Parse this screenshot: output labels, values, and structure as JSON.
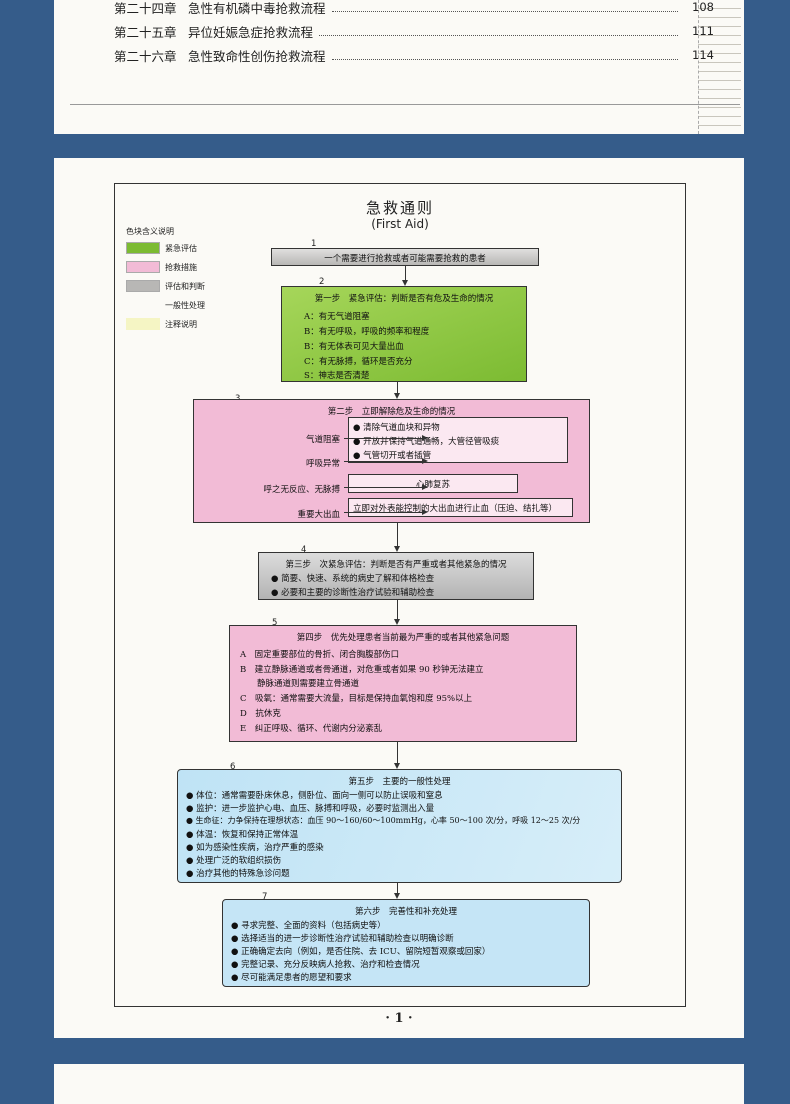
{
  "toc": [
    {
      "chapter": "第二十四章",
      "title": "急性有机磷中毒抢救流程",
      "page": "108"
    },
    {
      "chapter": "第二十五章",
      "title": "异位妊娠急症抢救流程",
      "page": "111"
    },
    {
      "chapter": "第二十六章",
      "title": "急性致命性创伤抢救流程",
      "page": "114"
    }
  ],
  "flowchart": {
    "title": "急救通则",
    "subtitle": "(First Aid)",
    "legend": {
      "title": "色块含义说明",
      "items": [
        {
          "label": "紧急评估",
          "color": "#7cbb32"
        },
        {
          "label": "抢救措施",
          "color": "#f2bbd6"
        },
        {
          "label": "评估和判断",
          "color": "#b8b7b5"
        },
        {
          "label": "一般性处理",
          "color": "#fbfaf6"
        },
        {
          "label": "注释说明",
          "color": "#f5f5c4"
        }
      ]
    },
    "step_numbers": [
      "1",
      "2",
      "3",
      "4",
      "5",
      "6",
      "7"
    ],
    "box1": "一个需要进行抢救或者可能需要抢救的患者",
    "box2": {
      "head": "第一步　紧急评估：判断是否有危及生命的情况",
      "lines": [
        "A：有无气道阻塞",
        "B：有无呼吸，呼吸的频率和程度",
        "B：有无体表可见大量出血",
        "C：有无脉搏，循环是否充分",
        "S：神志是否清楚"
      ]
    },
    "box3": {
      "head": "第二步　立即解除危及生命的情况",
      "left_labels": [
        "气道阻塞",
        "呼吸异常",
        "呼之无反应、无脉搏",
        "重要大出血"
      ],
      "airway_items": [
        "● 清除气道血块和异物",
        "● 开放并保持气道通畅，大管径管吸痰",
        "● 气管切开或者插管"
      ],
      "cpr": "心肺复苏",
      "bleeding": "立即对外表能控制的大出血进行止血（压迫、结扎等）"
    },
    "box4": {
      "head": "第三步　次紧急评估：判断是否有严重或者其他紧急的情况",
      "lines": [
        "● 简要、快速、系统的病史了解和体格检查",
        "● 必要和主要的诊断性治疗试验和辅助检查"
      ]
    },
    "box5": {
      "head": "第四步　优先处理患者当前最为严重的或者其他紧急问题",
      "lines": [
        "A　固定重要部位的骨折、闭合胸腹部伤口",
        "B　建立静脉通道或者骨通道，对危重或者如果 90 秒钟无法建立",
        "　　静脉通道则需要建立骨通道",
        "C　吸氧：通常需要大流量，目标是保持血氧饱和度 95%以上",
        "D　抗休克",
        "E　纠正呼吸、循环、代谢内分泌紊乱"
      ]
    },
    "box6": {
      "head": "第五步　主要的一般性处理",
      "lines": [
        "● 体位：通常需要卧床休息，侧卧位、面向一侧可以防止误吸和窒息",
        "● 监护：进一步监护心电、血压、脉搏和呼吸，必要时监测出入量",
        "● 生命征：力争保持在理想状态：血压 90～160/60～100mmHg，心率 50～100 次/分，呼吸 12～25 次/分",
        "● 体温：恢复和保持正常体温",
        "● 如为感染性疾病，治疗严重的感染",
        "● 处理广泛的软组织损伤",
        "● 治疗其他的特殊急诊问题"
      ]
    },
    "box7": {
      "head": "第六步　完善性和补充处理",
      "lines": [
        "● 寻求完整、全面的资料（包括病史等）",
        "● 选择适当的进一步诊断性治疗试验和辅助检查以明确诊断",
        "● 正确确定去向（例如，是否住院、去 ICU、留院短暂观察或回家）",
        "● 完整记录、充分反映病人抢救、治疗和检查情况",
        "● 尽可能满足患者的愿望和要求"
      ]
    }
  },
  "page_number": "· 1 ·"
}
